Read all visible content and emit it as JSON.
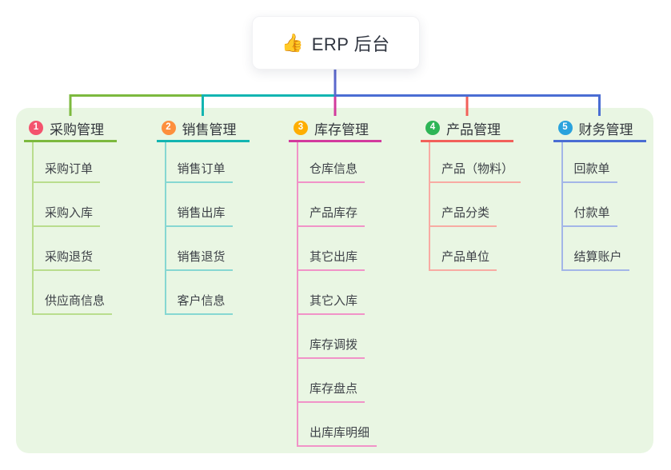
{
  "root": {
    "emoji": "👍",
    "label": "ERP 后台"
  },
  "colors": {
    "root_connector": "#5b68cd",
    "panel_bg": "#e9f6e3",
    "header_text": "#33373d",
    "child_text": "#3e4248"
  },
  "branches": [
    {
      "index": "1",
      "label": "采购管理",
      "line_color": "#7cb93e",
      "light_color": "#b9dd8d",
      "badge_color": "#f4536e",
      "children": [
        "采购订单",
        "采购入库",
        "采购退货",
        "供应商信息"
      ]
    },
    {
      "index": "2",
      "label": "销售管理",
      "line_color": "#13b5b1",
      "light_color": "#86d7d2",
      "badge_color": "#fd8f3d",
      "children": [
        "销售订单",
        "销售出库",
        "销售退货",
        "客户信息"
      ]
    },
    {
      "index": "3",
      "label": "库存管理",
      "line_color": "#d23a9d",
      "light_color": "#f193c8",
      "badge_color": "#feae02",
      "children": [
        "仓库信息",
        "产品库存",
        "其它出库",
        "其它入库",
        "库存调拨",
        "库存盘点",
        "出库库明细"
      ]
    },
    {
      "index": "4",
      "label": "产品管理",
      "line_color": "#f2605a",
      "light_color": "#f8aba3",
      "badge_color": "#2db556",
      "children": [
        "产品（物料）",
        "产品分类",
        "产品单位"
      ]
    },
    {
      "index": "5",
      "label": "财务管理",
      "line_color": "#4a6dd3",
      "light_color": "#a3b6e8",
      "badge_color": "#29a2dd",
      "children": [
        "回款单",
        "付款单",
        "结算账户"
      ]
    }
  ]
}
